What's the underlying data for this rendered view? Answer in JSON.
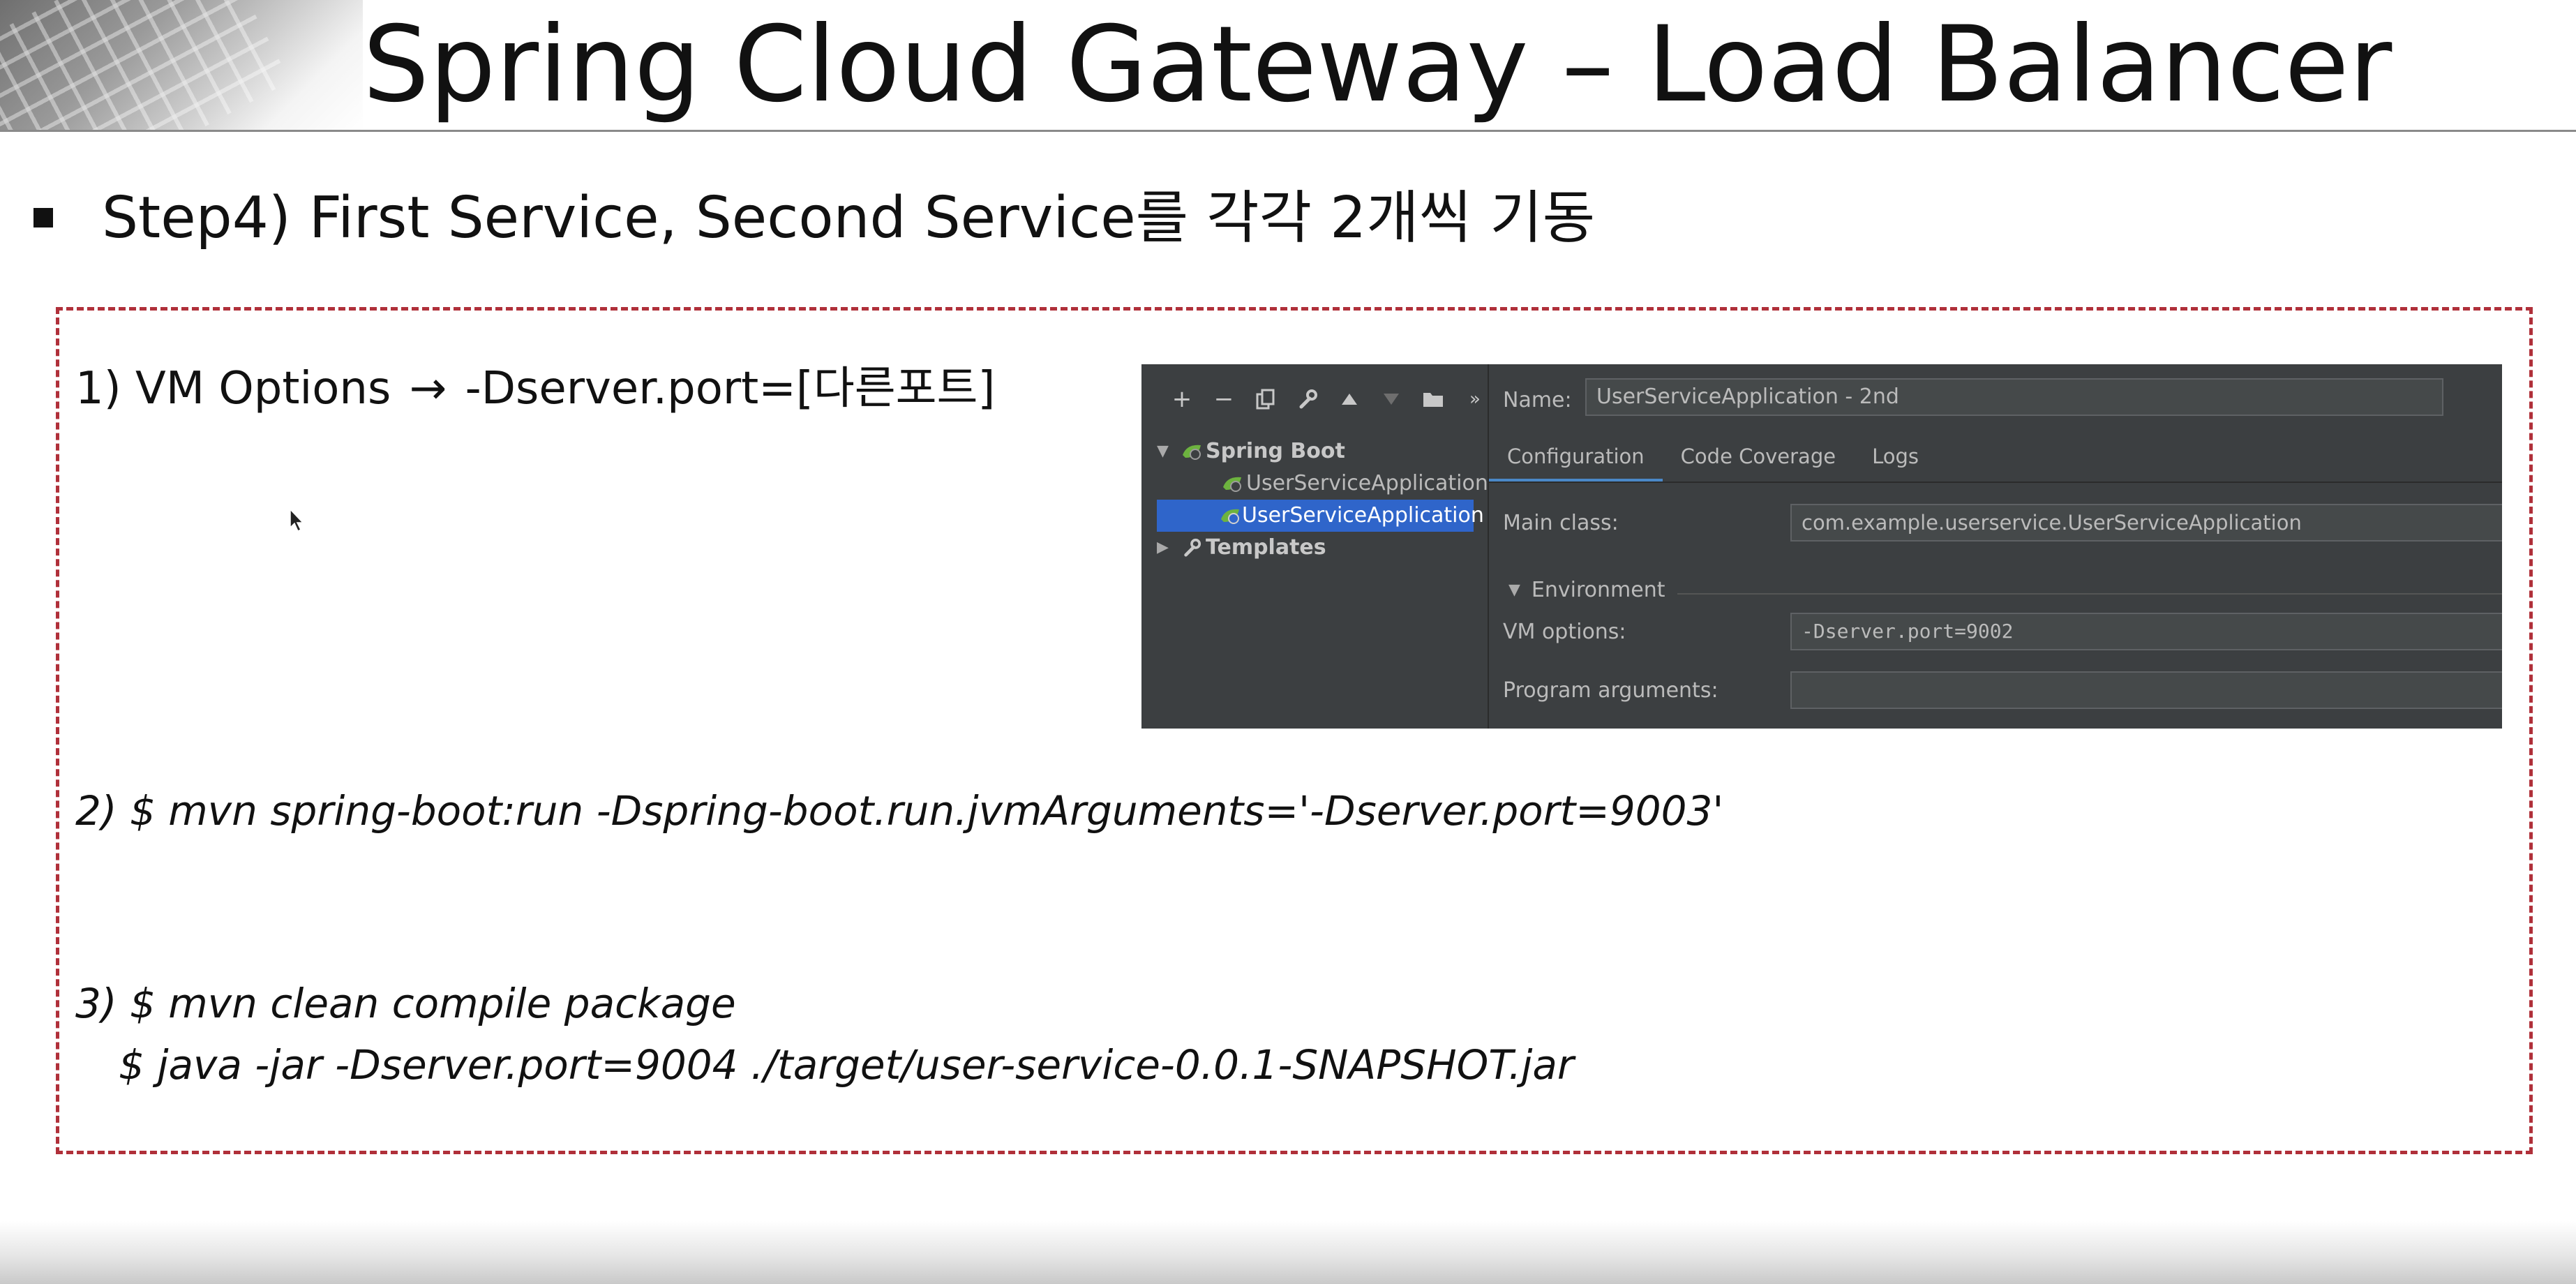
{
  "slide": {
    "title": "Spring Cloud Gateway – Load Balancer",
    "step": "Step4) First Service, Second Service를 각각 2개씩 기동"
  },
  "items": {
    "item1_prefix": "1) VM Options",
    "item1_arrow": "→",
    "item1_value": "-Dserver.port=[다른포트]",
    "item2": "2) $ mvn spring-boot:run -Dspring-boot.run.jvmArguments='-Dserver.port=9003'",
    "item3_line1": "3) $ mvn clean compile package",
    "item3_line2": "$ java -jar -Dserver.port=9004 ./target/user-service-0.0.1-SNAPSHOT.jar"
  },
  "ide": {
    "toolbar": [
      {
        "icon": "plus-icon",
        "glyph": "+",
        "enabled": true
      },
      {
        "icon": "minus-icon",
        "glyph": "−",
        "enabled": true
      },
      {
        "icon": "copy-icon",
        "glyph": "⧉",
        "enabled": true
      },
      {
        "icon": "wrench-icon",
        "glyph": "🔧",
        "enabled": true
      },
      {
        "icon": "move-up-icon",
        "glyph": "▲",
        "enabled": true
      },
      {
        "icon": "move-down-icon",
        "glyph": "▼",
        "enabled": false
      },
      {
        "icon": "folder-icon",
        "glyph": "📁",
        "enabled": true
      },
      {
        "icon": "more-icon",
        "glyph": "»",
        "enabled": true
      }
    ],
    "tree": {
      "group": "Spring Boot",
      "configs": [
        "UserServiceApplication",
        "UserServiceApplication"
      ],
      "selected_index": 1,
      "templates": "Templates"
    },
    "name_label": "Name:",
    "name_value": "UserServiceApplication - 2nd",
    "tabs": [
      "Configuration",
      "Code Coverage",
      "Logs"
    ],
    "active_tab": "Configuration",
    "main_class_label": "Main class:",
    "main_class_value": "com.example.userservice.UserServiceApplication",
    "environment_label": "Environment",
    "vm_options_label": "VM options:",
    "vm_options_value": "-Dserver.port=9002",
    "program_args_label": "Program arguments:",
    "program_args_value": "",
    "colors": {
      "background": "#3c3f41",
      "selection": "#2f65ca",
      "field": "#45494a",
      "spring_green": "#6db33f"
    }
  },
  "colors": {
    "dashed_border": "#b0303a",
    "text": "#111111"
  }
}
